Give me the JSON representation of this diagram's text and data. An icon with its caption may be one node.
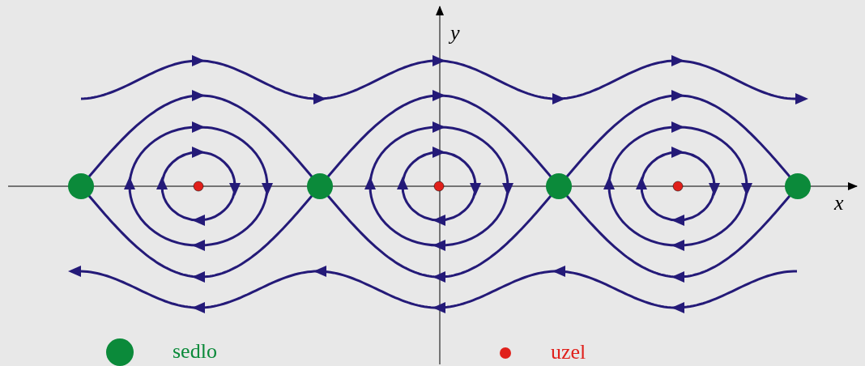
{
  "diagram": {
    "labels": [
      "y",
      "x"
    ],
    "legend": [
      {
        "text": "sedlo",
        "color": "#0b8a3a"
      },
      {
        "text": "uzel",
        "color": "#e0201b"
      }
    ]
  }
}
